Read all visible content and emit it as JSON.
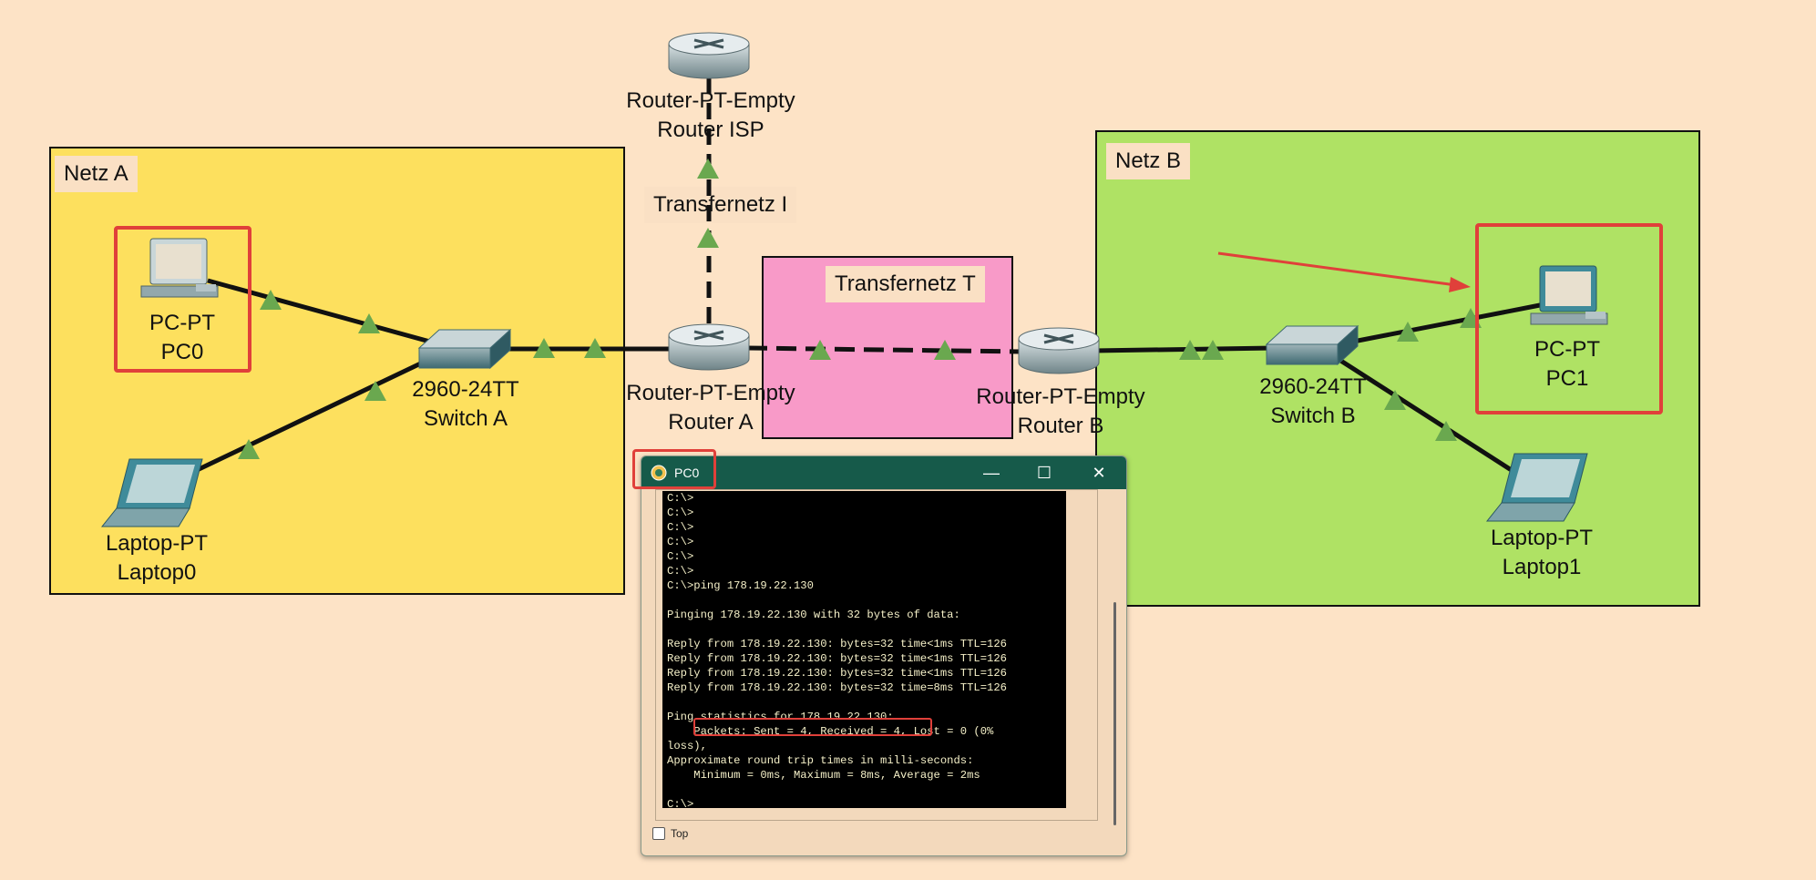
{
  "areas": {
    "netz_a": "Netz A",
    "netz_b": "Netz B",
    "transfernetz_t": "Transfernetz T",
    "transfernetz_i": "Transfernetz I"
  },
  "devices": {
    "pc0": {
      "type": "PC-PT",
      "name": "PC0"
    },
    "laptop0": {
      "type": "Laptop-PT",
      "name": "Laptop0"
    },
    "switch_a": {
      "type": "2960-24TT",
      "name": "Switch A"
    },
    "router_isp": {
      "type": "Router-PT-Empty",
      "name": "Router ISP"
    },
    "router_a": {
      "type": "Router-PT-Empty",
      "name": "Router A"
    },
    "router_b": {
      "type": "Router-PT-Empty",
      "name": "Router B"
    },
    "switch_b": {
      "type": "2960-24TT",
      "name": "Switch B"
    },
    "pc1": {
      "type": "PC-PT",
      "name": "PC1"
    },
    "laptop1": {
      "type": "Laptop-PT",
      "name": "Laptop1"
    }
  },
  "window": {
    "title": "PC0",
    "minimize": "—",
    "maximize": "☐",
    "close": "✕",
    "top_checkbox_label": "Top",
    "top_checked": false
  },
  "terminal": {
    "lines": [
      "C:\\>",
      "C:\\>",
      "C:\\>",
      "C:\\>",
      "C:\\>",
      "C:\\>",
      "C:\\>ping 178.19.22.130",
      "",
      "Pinging 178.19.22.130 with 32 bytes of data:",
      "",
      "Reply from 178.19.22.130: bytes=32 time<1ms TTL=126",
      "Reply from 178.19.22.130: bytes=32 time<1ms TTL=126",
      "Reply from 178.19.22.130: bytes=32 time<1ms TTL=126",
      "Reply from 178.19.22.130: bytes=32 time=8ms TTL=126",
      "",
      "Ping statistics for 178.19.22.130:",
      "    Packets: Sent = 4, Received = 4, Lost = 0 (0%",
      "loss),",
      "Approximate round trip times in milli-seconds:",
      "    Minimum = 0ms, Maximum = 8ms, Average = 2ms",
      "",
      "C:\\>"
    ]
  },
  "colors": {
    "background": "#fde3c6",
    "netz_a": "#fde05e",
    "netz_b": "#afe264",
    "transfernetz_t": "#f89ac8",
    "highlight": "#e0403a",
    "link_up": "#6aa84f",
    "titlebar": "#165a4a"
  }
}
